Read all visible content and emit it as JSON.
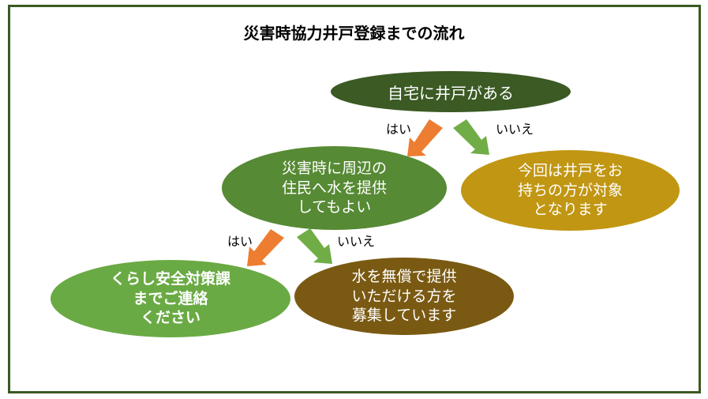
{
  "title": "災害時協力井戸登録までの流れ",
  "nodes": {
    "start": {
      "text": "自宅に井戸がある",
      "color": "#3b5a24"
    },
    "q2": {
      "text": "災害時に周辺の\n住民へ水を提供\nしてもよい",
      "color": "#568a34"
    },
    "not_eligible": {
      "text": "今回は井戸をお\n持ちの方が対象\nとなります",
      "color": "#c19612"
    },
    "contact": {
      "text": "くらし安全対策課\nまでご連絡\nください",
      "color": "#6aaa44"
    },
    "recruit": {
      "text": "水を無償で提供\nいただける方を\n募集しています",
      "color": "#7a5a12"
    }
  },
  "edges": {
    "start_yes": "はい",
    "start_no": "いいえ",
    "q2_yes": "はい",
    "q2_no": "いいえ"
  },
  "colors": {
    "yes_arrow": "#ed7d31",
    "no_arrow": "#70ad47",
    "frame": "#3a5a22"
  }
}
